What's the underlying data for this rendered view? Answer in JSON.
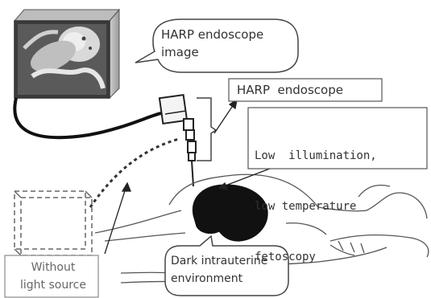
{
  "labels": {
    "image_callout": [
      "HARP endoscope",
      "image"
    ],
    "endoscope_label": "HARP  endoscope",
    "fetoscopy_label": [
      "Low  illumination,",
      "low temperature",
      "fetoscopy"
    ],
    "no_light_label": [
      "Without",
      "light source"
    ],
    "uterine_label": [
      "Dark intrauterine",
      "environment"
    ]
  }
}
